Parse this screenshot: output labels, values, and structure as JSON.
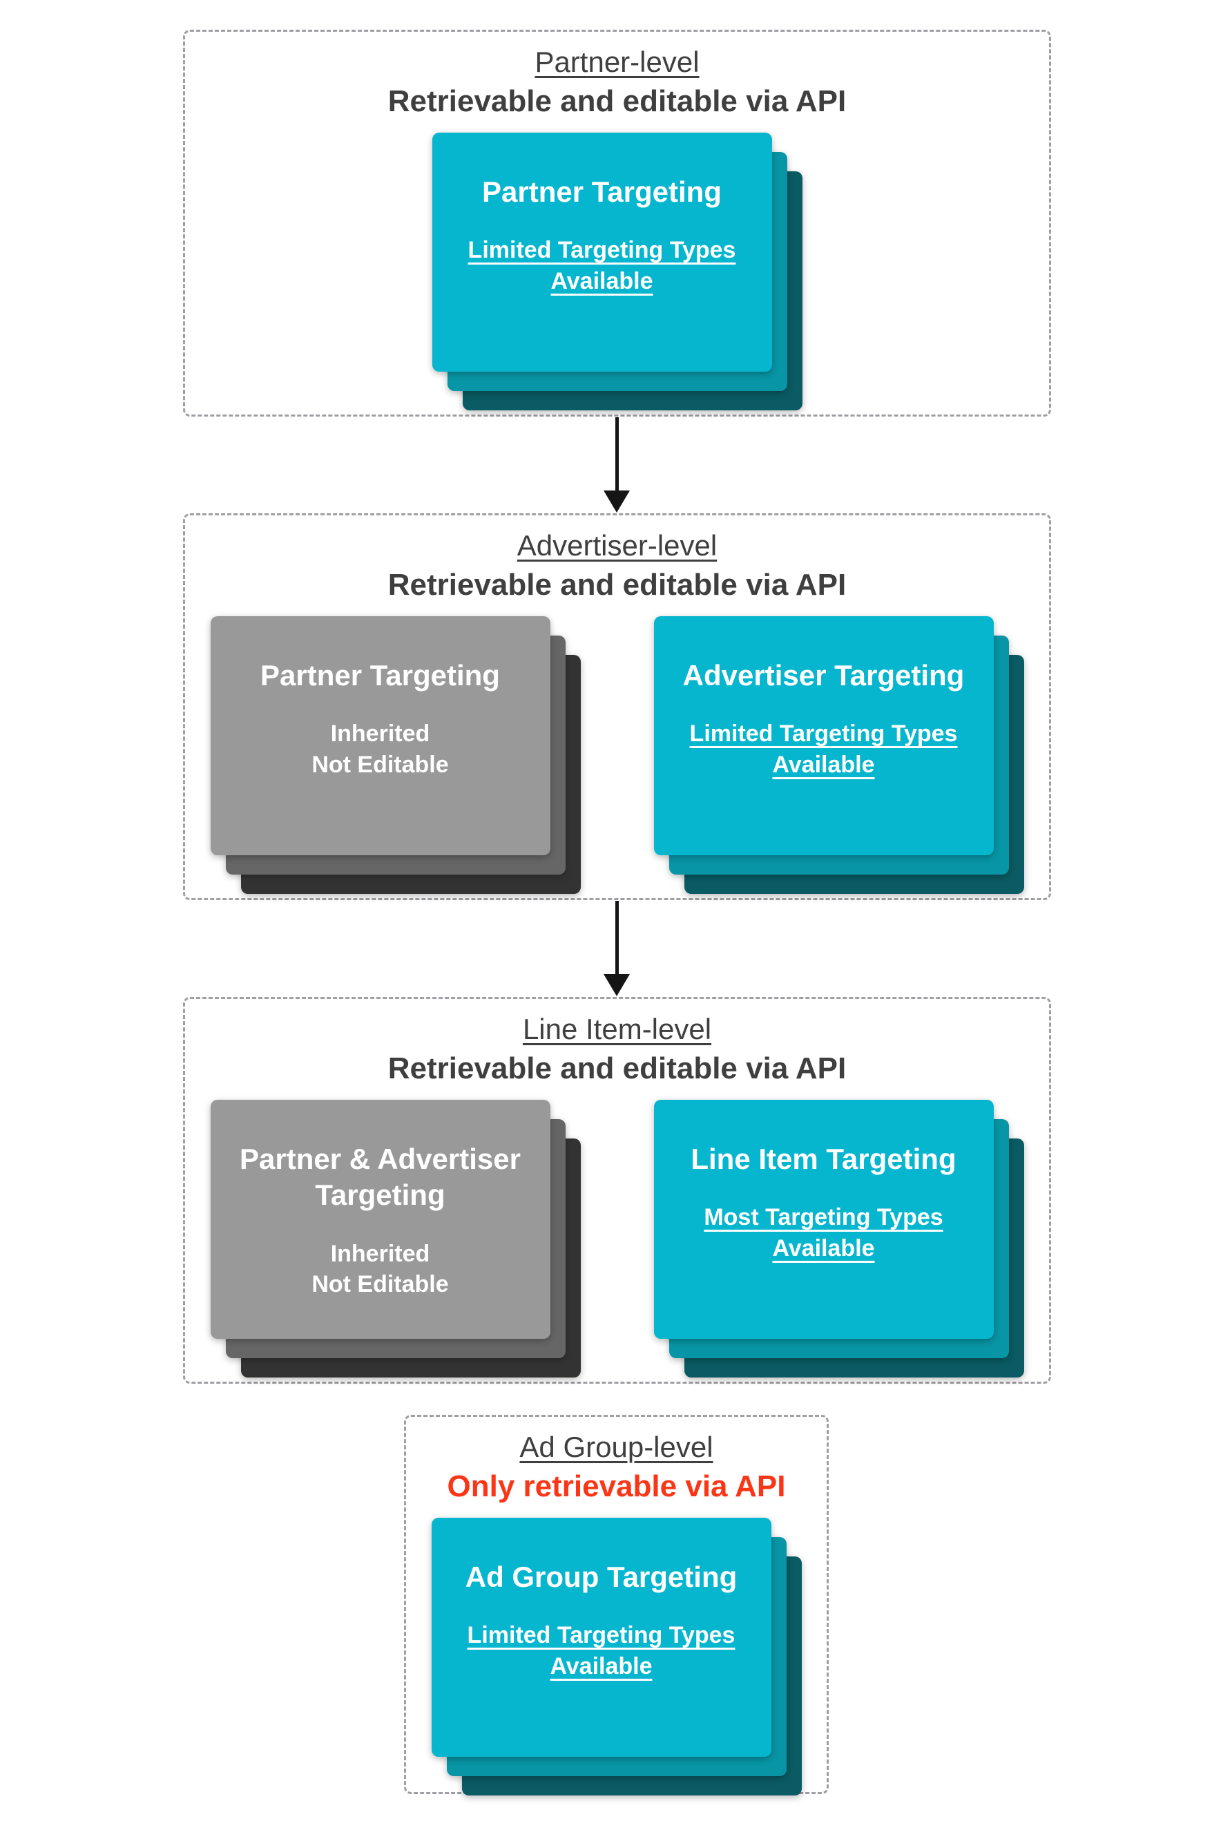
{
  "colors": {
    "background": "#ffffff",
    "teal": "#06b6ce",
    "teal_mid": "#0895a5",
    "teal_dark": "#0a5b63",
    "gray": "#999999",
    "gray_mid": "#666666",
    "gray_dark": "#333333",
    "heading": "#3f3f3f",
    "red": "#fa3617",
    "border": "#9e9ea3",
    "arrow": "#151515"
  },
  "sections": [
    {
      "id": "partner",
      "title": "Partner-level",
      "subtitle": "Retrievable and editable via API",
      "subtitle_color": "dark",
      "cards": [
        {
          "variant": "teal",
          "title": "Partner Targeting",
          "body_lines": [
            "Limited Targeting Types",
            "Available"
          ],
          "body_underline": true
        }
      ]
    },
    {
      "id": "advertiser",
      "title": "Advertiser-level",
      "subtitle": "Retrievable and editable via API",
      "subtitle_color": "dark",
      "cards": [
        {
          "variant": "gray",
          "title": "Partner Targeting",
          "body_lines": [
            "Inherited",
            "Not Editable"
          ],
          "body_underline": false
        },
        {
          "variant": "teal",
          "title": "Advertiser Targeting",
          "body_lines": [
            "Limited Targeting Types",
            "Available"
          ],
          "body_underline": true
        }
      ]
    },
    {
      "id": "line-item",
      "title": "Line Item-level",
      "subtitle": "Retrievable and editable via API",
      "subtitle_color": "dark",
      "cards": [
        {
          "variant": "gray",
          "title": "Partner & Advertiser Targeting",
          "body_lines": [
            "Inherited",
            "Not Editable"
          ],
          "body_underline": false
        },
        {
          "variant": "teal",
          "title": "Line Item Targeting",
          "body_lines": [
            "Most Targeting Types",
            "Available"
          ],
          "body_underline": true
        }
      ]
    },
    {
      "id": "ad-group",
      "title": "Ad Group-level",
      "subtitle": "Only retrievable via API",
      "subtitle_color": "red",
      "cards": [
        {
          "variant": "teal",
          "title": "Ad Group Targeting",
          "body_lines": [
            "Limited Targeting Types",
            "Available"
          ],
          "body_underline": true
        }
      ]
    }
  ],
  "arrows": [
    {
      "name": "partner-to-advertiser"
    },
    {
      "name": "advertiser-to-line-item"
    }
  ]
}
